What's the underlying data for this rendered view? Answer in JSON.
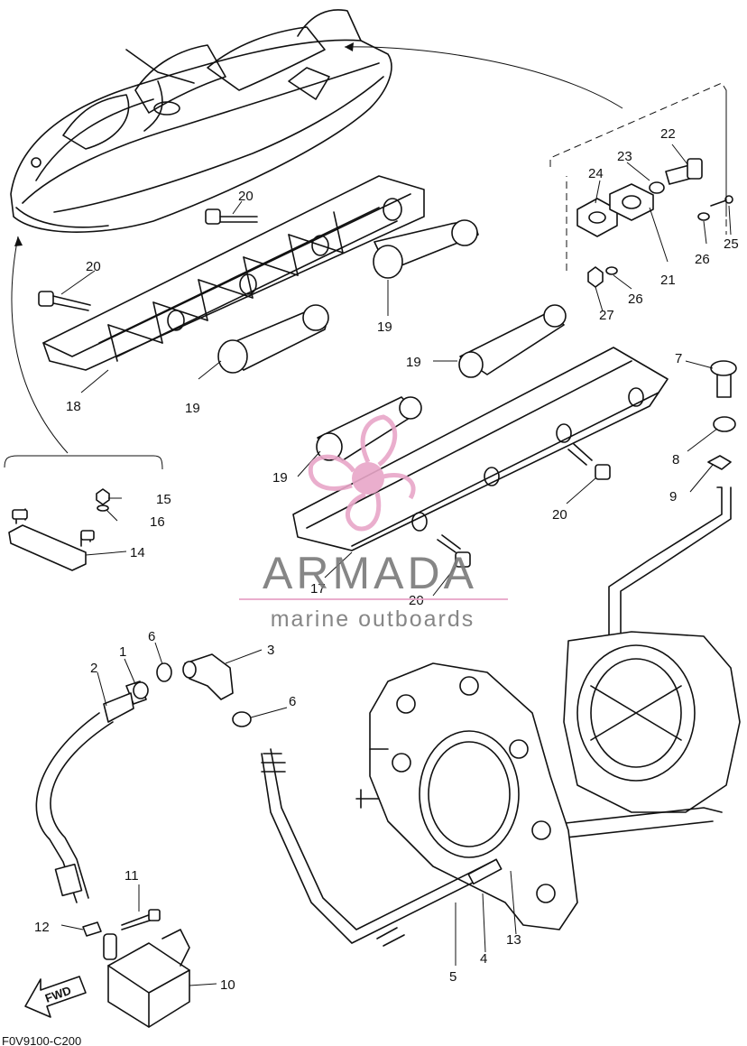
{
  "diagram_code": "F0V9100-C200",
  "watermark": {
    "brand": "ARMADA",
    "tagline": "marine outboards",
    "accent_color": "#e8a6c8",
    "text_color": "#7a7a7a"
  },
  "direction_arrow": {
    "label": "FWD"
  },
  "callouts": [
    {
      "id": "c1",
      "label": "1"
    },
    {
      "id": "c2",
      "label": "2"
    },
    {
      "id": "c3",
      "label": "3"
    },
    {
      "id": "c4",
      "label": "4"
    },
    {
      "id": "c5",
      "label": "5"
    },
    {
      "id": "c6a",
      "label": "6"
    },
    {
      "id": "c6b",
      "label": "6"
    },
    {
      "id": "c7",
      "label": "7"
    },
    {
      "id": "c8",
      "label": "8"
    },
    {
      "id": "c9",
      "label": "9"
    },
    {
      "id": "c10",
      "label": "10"
    },
    {
      "id": "c11",
      "label": "11"
    },
    {
      "id": "c12",
      "label": "12"
    },
    {
      "id": "c13",
      "label": "13"
    },
    {
      "id": "c14",
      "label": "14"
    },
    {
      "id": "c15",
      "label": "15"
    },
    {
      "id": "c16",
      "label": "16"
    },
    {
      "id": "c17",
      "label": "17"
    },
    {
      "id": "c18",
      "label": "18"
    },
    {
      "id": "c19a",
      "label": "19"
    },
    {
      "id": "c19b",
      "label": "19"
    },
    {
      "id": "c19c",
      "label": "19"
    },
    {
      "id": "c19d",
      "label": "19"
    },
    {
      "id": "c20a",
      "label": "20"
    },
    {
      "id": "c20b",
      "label": "20"
    },
    {
      "id": "c20c",
      "label": "20"
    },
    {
      "id": "c20d",
      "label": "20"
    },
    {
      "id": "c21",
      "label": "21"
    },
    {
      "id": "c22",
      "label": "22"
    },
    {
      "id": "c23",
      "label": "23"
    },
    {
      "id": "c24",
      "label": "24"
    },
    {
      "id": "c25",
      "label": "25"
    },
    {
      "id": "c26a",
      "label": "26"
    },
    {
      "id": "c26b",
      "label": "26"
    },
    {
      "id": "c27",
      "label": "27"
    }
  ]
}
